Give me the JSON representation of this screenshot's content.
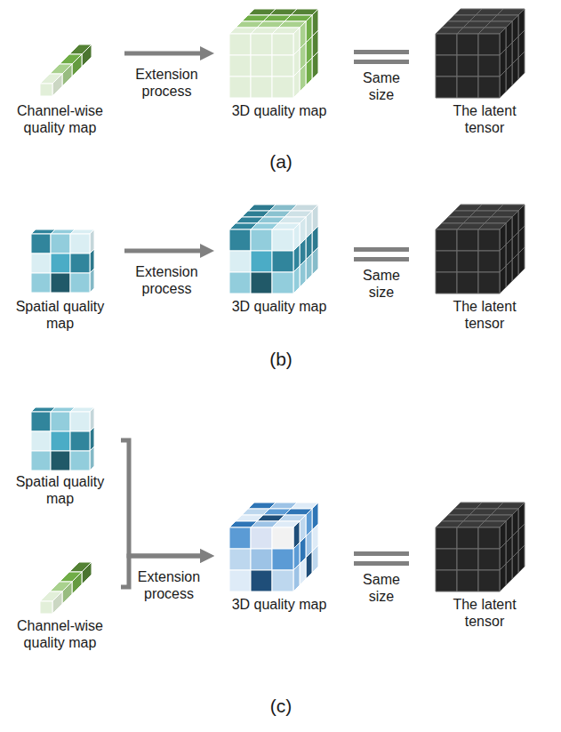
{
  "diagram": {
    "nodes": [
      {
        "text": [
          "Channel-wise quality map"
        ]
      },
      {
        "text": [
          "3D quality map"
        ]
      },
      {
        "text": [
          "The latent tensor"
        ]
      },
      {
        "text": [
          "Spatial quality map"
        ]
      },
      {
        "text": [
          "3D quality map"
        ]
      },
      {
        "text": [
          "The latent tensor"
        ]
      },
      {
        "text": [
          "Spatial quality map"
        ]
      },
      {
        "text": [
          "Channel-wise quality map"
        ]
      },
      {
        "text": [
          "3D quality map"
        ]
      },
      {
        "text": [
          "The latent tensor"
        ]
      }
    ],
    "edges": [
      {
        "from": 0,
        "to": 1,
        "arrow": "to",
        "label": "Extension process"
      },
      {
        "from": 1,
        "to": 2,
        "arrow": "none",
        "label": "Same size"
      },
      {
        "from": 3,
        "to": 4,
        "arrow": "to",
        "label": "Extension process"
      },
      {
        "from": 4,
        "to": 5,
        "arrow": "none",
        "label": "Same size"
      },
      {
        "from": 6,
        "to": 8,
        "arrow": "to",
        "label": "Extension process"
      },
      {
        "from": 7,
        "to": 8,
        "arrow": "to"
      },
      {
        "from": 8,
        "to": 9,
        "arrow": "none",
        "label": "Same size"
      }
    ],
    "labels": [
      "(a)",
      "(b)",
      "(c)"
    ]
  }
}
